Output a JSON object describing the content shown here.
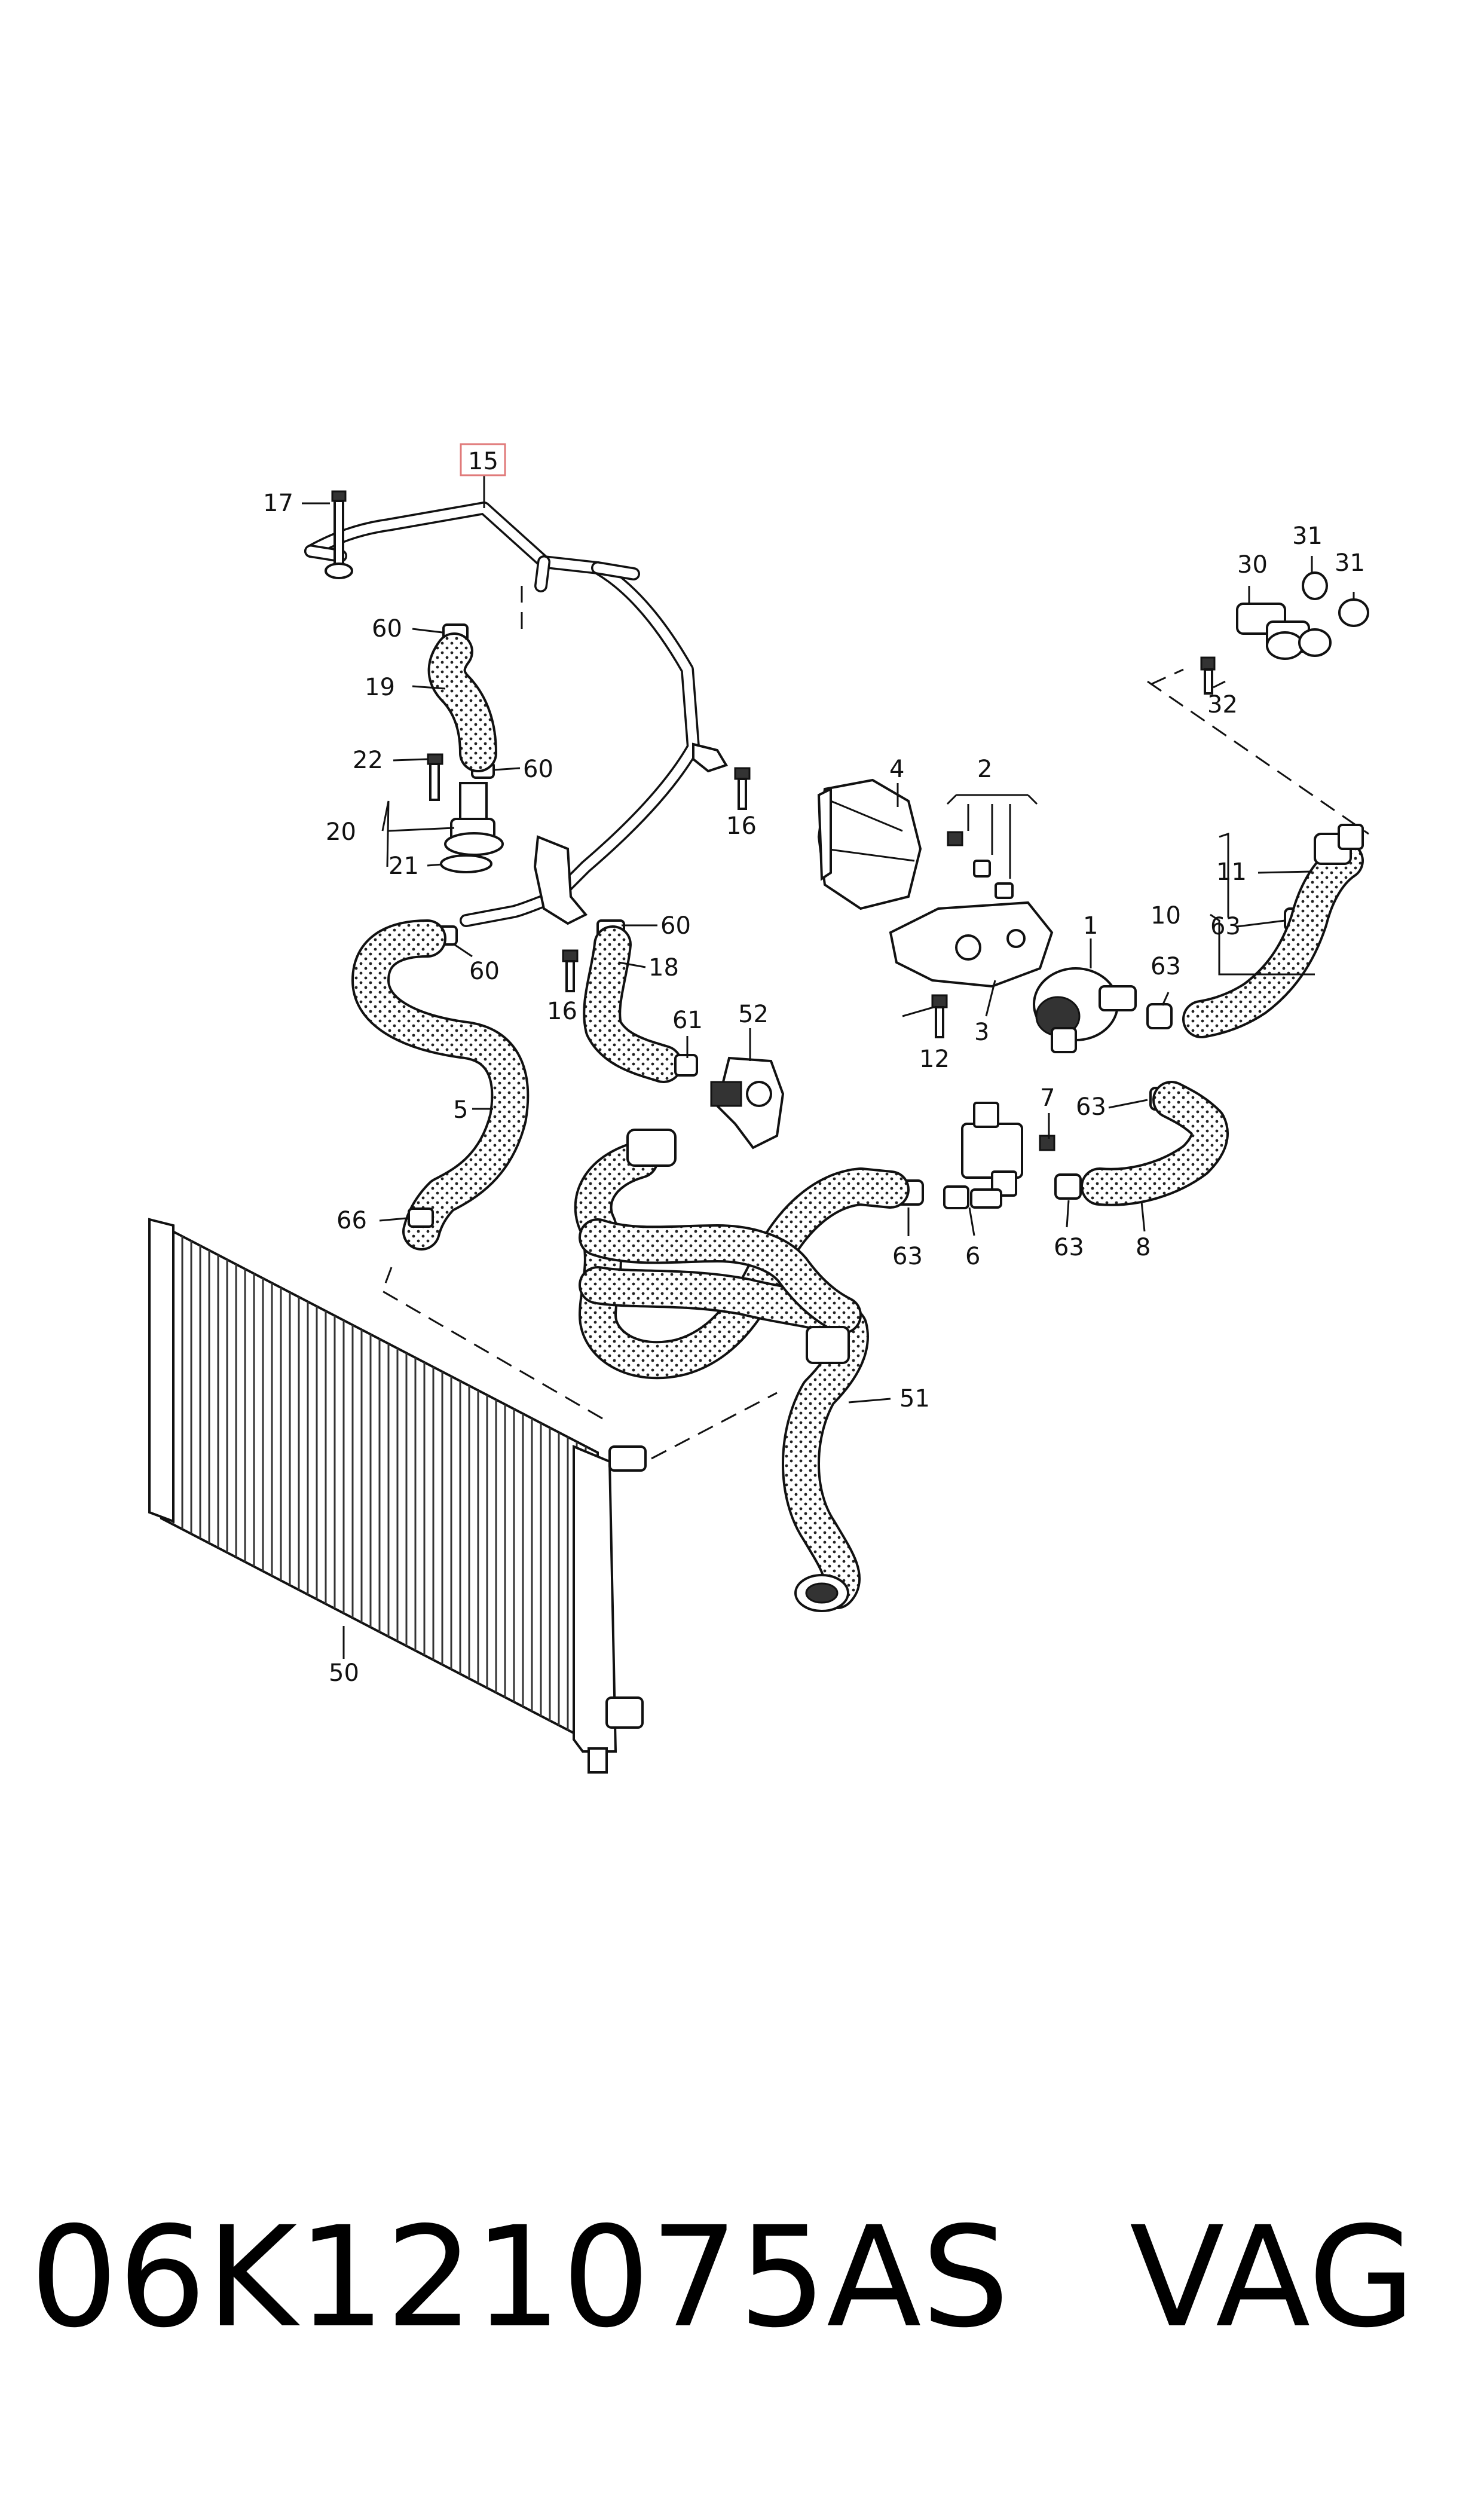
{
  "diagram": {
    "callouts": [
      {
        "id": "c15",
        "text": "15",
        "boxed": true
      },
      {
        "id": "c17",
        "text": "17"
      },
      {
        "id": "c60a",
        "text": "60"
      },
      {
        "id": "c19",
        "text": "19"
      },
      {
        "id": "c22",
        "text": "22"
      },
      {
        "id": "c60b",
        "text": "60"
      },
      {
        "id": "c20",
        "text": "20"
      },
      {
        "id": "c21",
        "text": "21"
      },
      {
        "id": "c16a",
        "text": "16"
      },
      {
        "id": "c60c",
        "text": "60"
      },
      {
        "id": "c60d",
        "text": "60"
      },
      {
        "id": "c18",
        "text": "18"
      },
      {
        "id": "c16b",
        "text": "16"
      },
      {
        "id": "c61",
        "text": "61"
      },
      {
        "id": "c52",
        "text": "52"
      },
      {
        "id": "c5",
        "text": "5"
      },
      {
        "id": "c66",
        "text": "66"
      },
      {
        "id": "c4",
        "text": "4"
      },
      {
        "id": "c2",
        "text": "2"
      },
      {
        "id": "c1",
        "text": "1"
      },
      {
        "id": "c3",
        "text": "3"
      },
      {
        "id": "c12",
        "text": "12"
      },
      {
        "id": "c7",
        "text": "7"
      },
      {
        "id": "c63a",
        "text": "63"
      },
      {
        "id": "c63b",
        "text": "63"
      },
      {
        "id": "c63c",
        "text": "63"
      },
      {
        "id": "c63d",
        "text": "63"
      },
      {
        "id": "c63e",
        "text": "63"
      },
      {
        "id": "c6",
        "text": "6"
      },
      {
        "id": "c8",
        "text": "8"
      },
      {
        "id": "c10",
        "text": "10"
      },
      {
        "id": "c11",
        "text": "11"
      },
      {
        "id": "c30",
        "text": "30"
      },
      {
        "id": "c31a",
        "text": "31"
      },
      {
        "id": "c31b",
        "text": "31"
      },
      {
        "id": "c32",
        "text": "32"
      },
      {
        "id": "c51",
        "text": "51"
      },
      {
        "id": "c50",
        "text": "50"
      }
    ]
  },
  "footer": {
    "part_number": "06K121075AS",
    "brand": "VAG"
  },
  "colors": {
    "highlight_box": "#e07a7a",
    "line": "#111111"
  }
}
